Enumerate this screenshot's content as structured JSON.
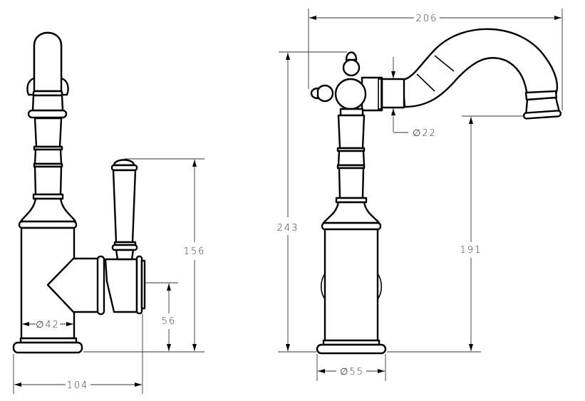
{
  "drawing": {
    "type": "technical-drawing",
    "subject": "single-lever basin mixer tap",
    "line_color": "#000000",
    "dimension_color": "#333333",
    "background": "#ffffff"
  },
  "views": {
    "side_view": {
      "dimensions": {
        "base_diameter": "∅42",
        "overall_width": "104",
        "handle_height": "156",
        "lever_axis_height": "56"
      }
    },
    "front_view": {
      "dimensions": {
        "spout_reach": "206",
        "overall_height": "243",
        "spout_outlet_height": "191",
        "spout_diameter": "∅22",
        "base_diameter": "∅55"
      }
    }
  }
}
